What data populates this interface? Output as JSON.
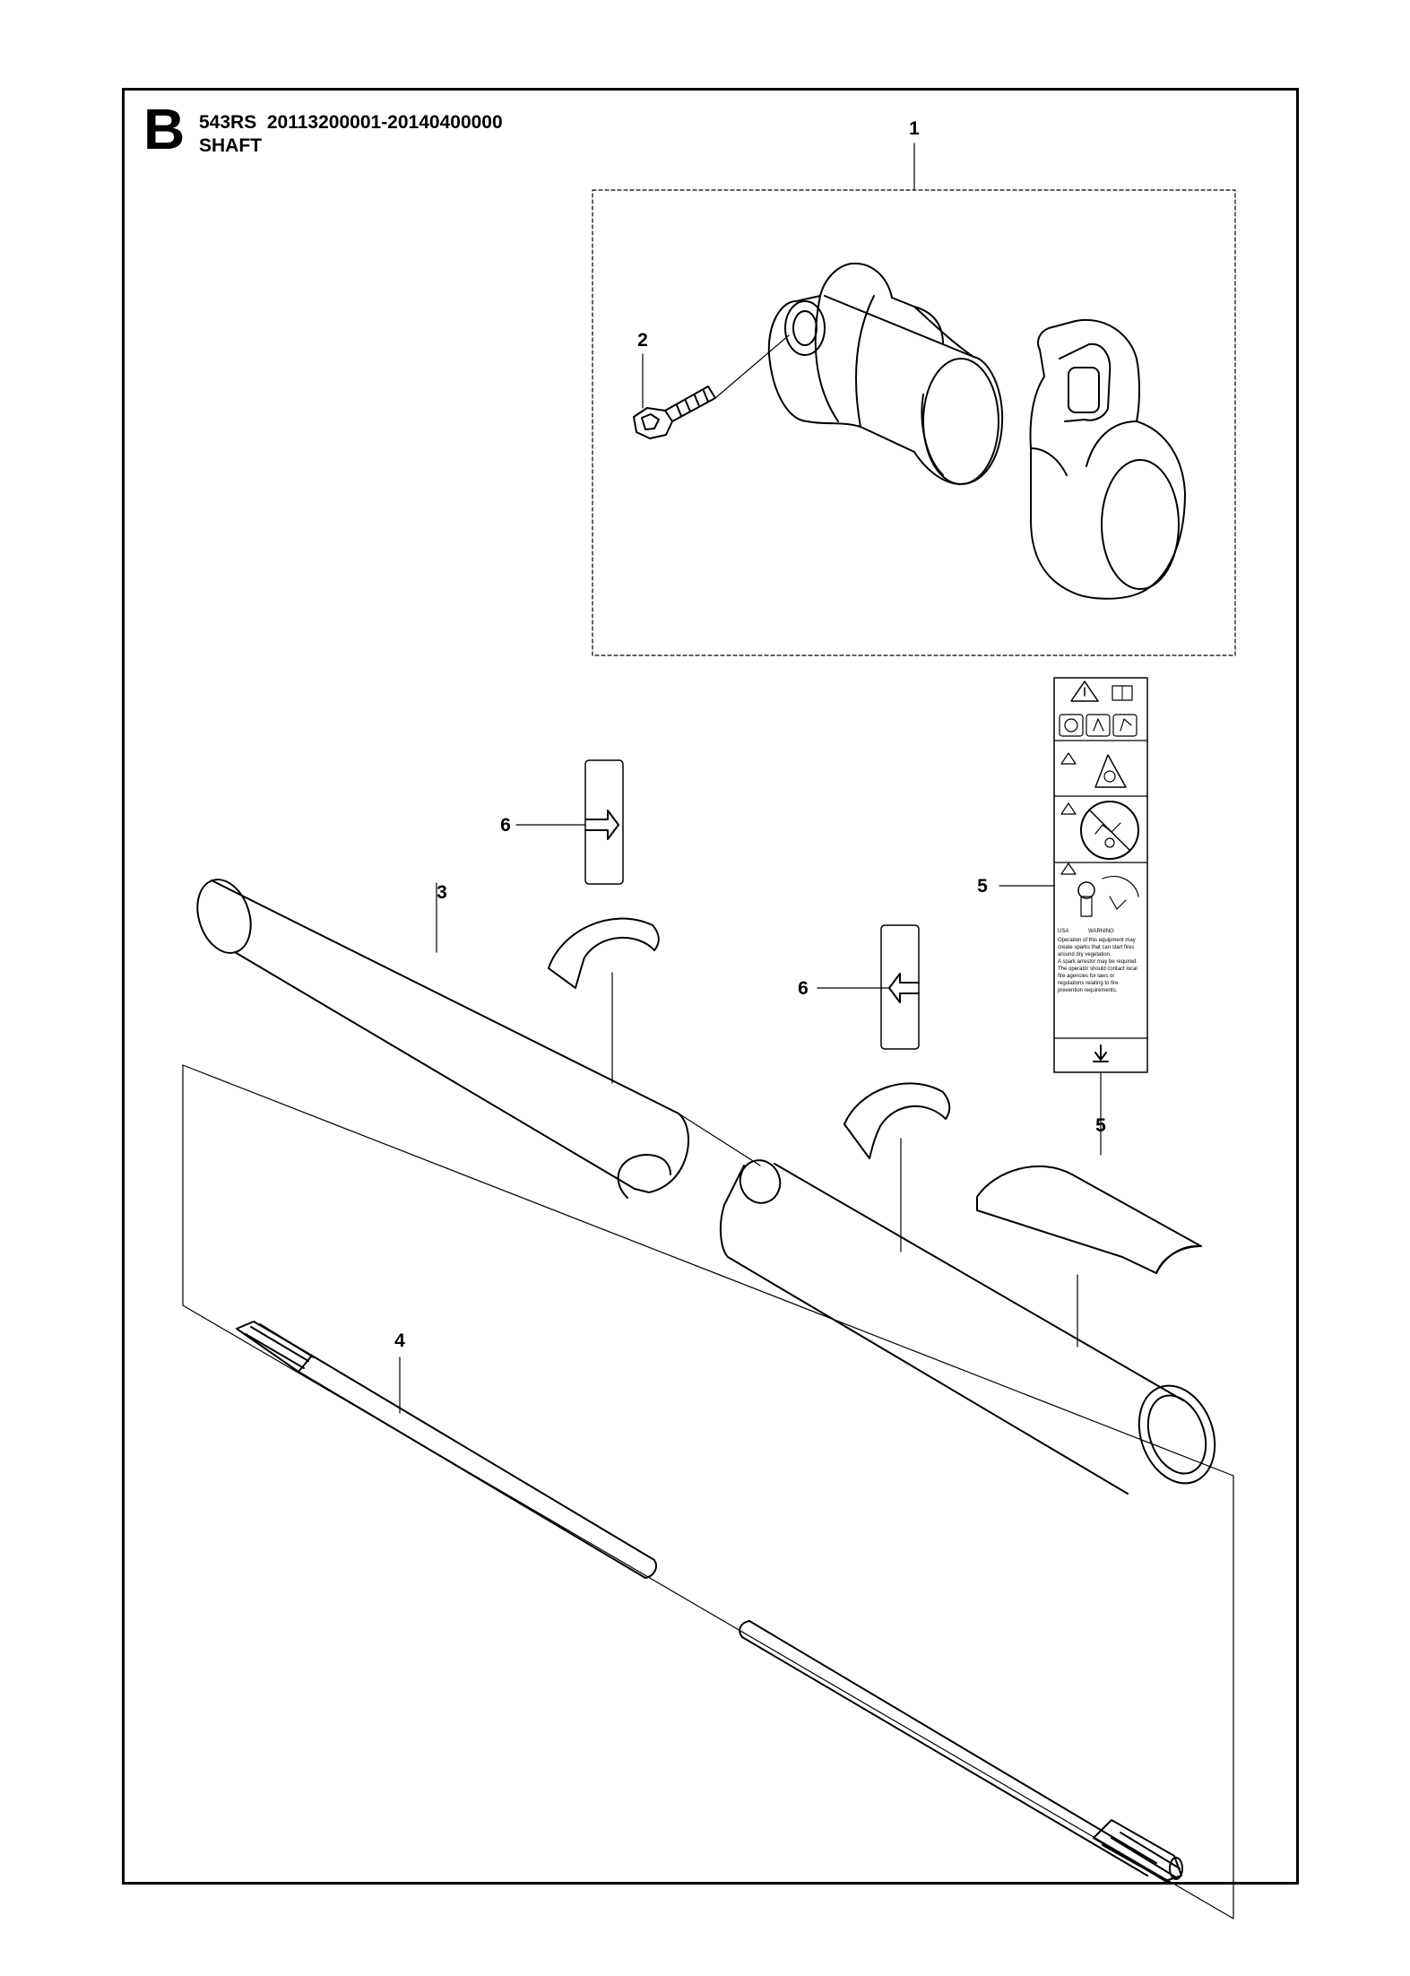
{
  "header": {
    "section_letter": "B",
    "model_line": "543RS  20113200001-20140400000",
    "title": "SHAFT"
  },
  "callouts": {
    "c1": "1",
    "c2": "2",
    "c3": "3",
    "c4": "4",
    "c5a": "5",
    "c5b": "5",
    "c6a": "6",
    "c6b": "6"
  },
  "decal": {
    "region": "USA",
    "warning": "WARNING",
    "text_lines": [
      "Operation of this equipment may",
      "create sparks that can start fires",
      "around dry vegetation.",
      "A spark arrestor may be required.",
      "The operator should contact local",
      "fire agencies for laws or",
      "regulations relating to fire",
      "prevention requirements."
    ]
  }
}
